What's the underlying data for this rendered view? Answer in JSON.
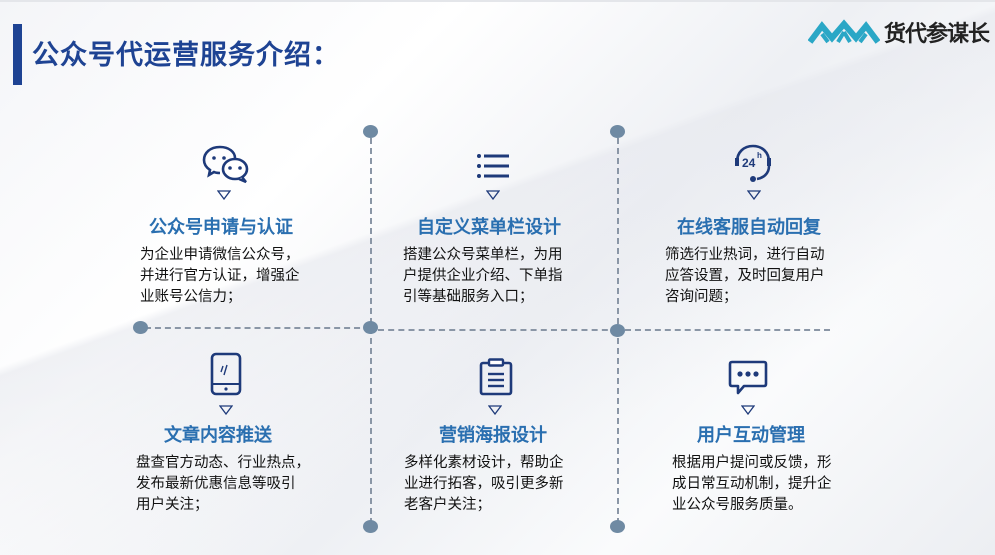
{
  "header": {
    "title": "公众号代运营服务介绍：",
    "brand_name": "货代参谋长",
    "brand_colors": {
      "title": "#1e4393",
      "logo_mark": "#2aa7c6",
      "logo_text": "#222222"
    }
  },
  "theme": {
    "item_title_color": "#2a6fb0",
    "icon_color": "#1e3a7a",
    "grid_line_color": "#8a96a6",
    "grid_dot_color": "#6f8aa3"
  },
  "services": [
    {
      "icon": "wechat-icon",
      "title": "公众号申请与认证",
      "description": "为企业申请微信公众号，\n并进行官方认证，增强企\n业账号公信力；"
    },
    {
      "icon": "menu-list-icon",
      "title": "自定义菜单栏设计",
      "description": "搭建公众号菜单栏，为用\n户提供企业介绍、下单指\n引等基础服务入口；"
    },
    {
      "icon": "headset-24h-icon",
      "title": "在线客服自动回复",
      "description": "筛选行业热词，进行自动\n应答设置，及时回复用户\n咨询问题；"
    },
    {
      "icon": "mobile-phone-icon",
      "title": "文章内容推送",
      "description": "盘查官方动态、行业热点，\n发布最新优惠信息等吸引\n用户关注；"
    },
    {
      "icon": "clipboard-icon",
      "title": "营销海报设计",
      "description": "多样化素材设计，帮助企\n业进行拓客，吸引更多新\n老客户关注；"
    },
    {
      "icon": "chat-bubble-icon",
      "title": "用户互动管理",
      "description": "根据用户提问或反馈，形\n成日常互动机制，提升企\n业公众号服务质量。"
    }
  ]
}
